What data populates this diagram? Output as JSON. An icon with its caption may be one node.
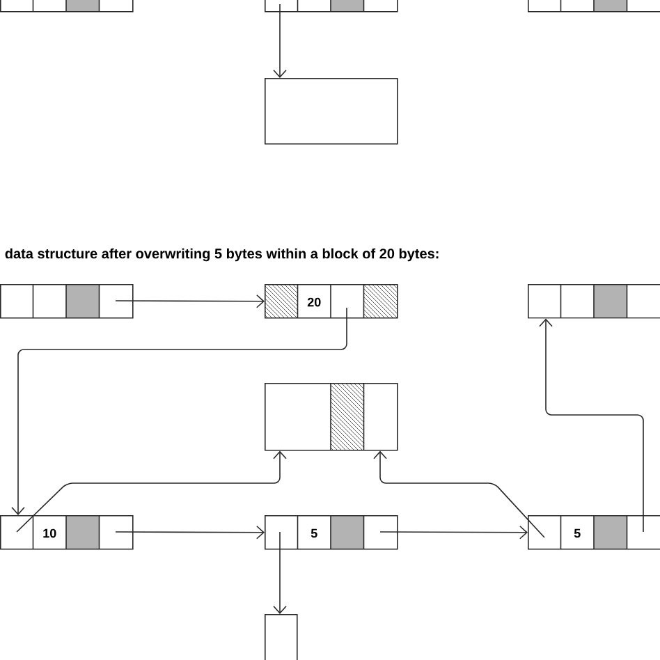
{
  "diagram": {
    "title": "data structure after overwriting 5 bytes within a block of 20 bytes:",
    "nodes": [
      {
        "text": [],
        "shape": "box"
      },
      {
        "text": [],
        "shape": "box"
      },
      {
        "text": [],
        "shape": "box"
      },
      {
        "text": [],
        "shape": "box"
      },
      {
        "text": [],
        "shape": "box"
      },
      {
        "text": [
          "20"
        ]
      },
      {
        "text": [],
        "shape": "box"
      },
      {
        "text": [],
        "shape": "box"
      },
      {
        "text": [
          "10"
        ]
      },
      {
        "text": [
          "5"
        ]
      },
      {
        "text": [
          "5"
        ]
      },
      {
        "text": [],
        "shape": "box"
      }
    ],
    "edges": [
      {
        "from": 1,
        "to": 3,
        "arrow": "to"
      },
      {
        "from": 4,
        "to": 5,
        "arrow": "to"
      },
      {
        "from": 5,
        "to": 8,
        "arrow": "to"
      },
      {
        "from": 8,
        "to": 7,
        "arrow": "to"
      },
      {
        "from": 8,
        "to": 9,
        "arrow": "to"
      },
      {
        "from": 9,
        "to": 10,
        "arrow": "to"
      },
      {
        "from": 10,
        "to": 7,
        "arrow": "to"
      },
      {
        "from": 10,
        "to": 6,
        "arrow": "to"
      },
      {
        "from": 9,
        "to": 11,
        "arrow": "to"
      }
    ]
  }
}
